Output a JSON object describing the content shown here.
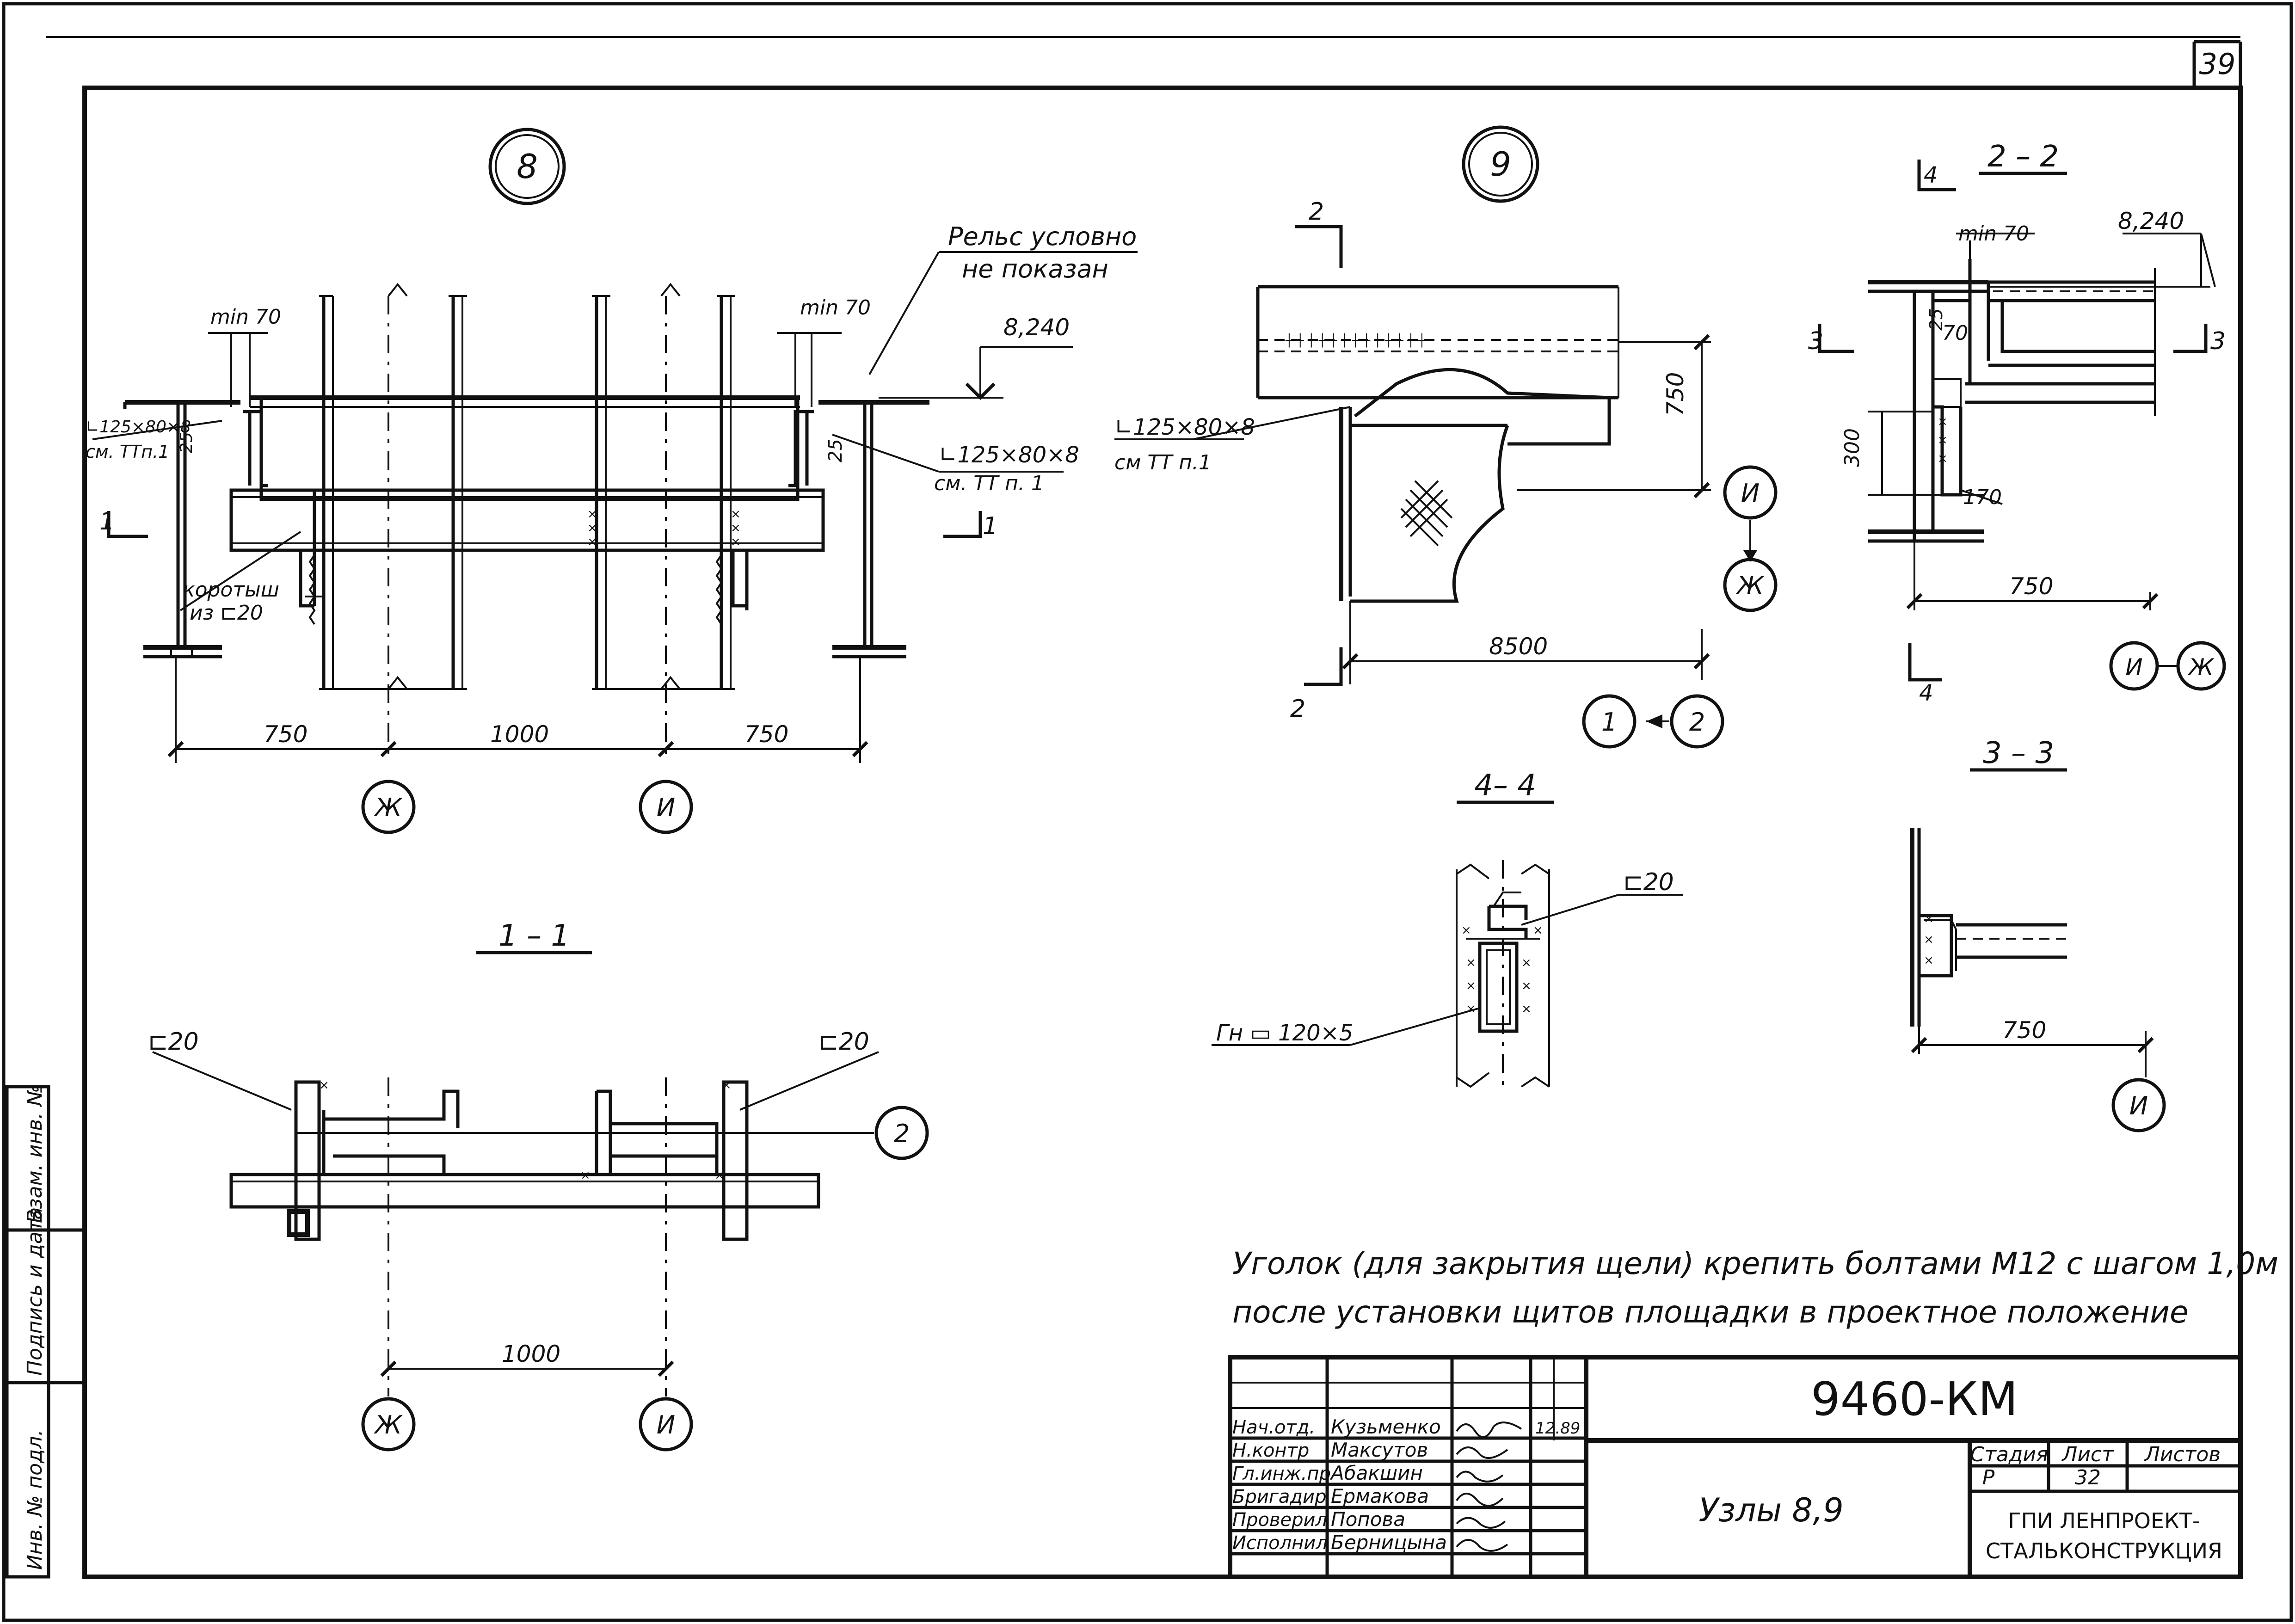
{
  "sheet": {
    "number": "39"
  },
  "nodes": {
    "node8": "8",
    "node9": "9"
  },
  "sections": {
    "s11": "1 – 1",
    "s22": "2 – 2",
    "s33": "3 – 3",
    "s44": "4– 4"
  },
  "cut_marks": {
    "c1": "1",
    "c2": "2",
    "c3": "3",
    "c4": "4"
  },
  "axes": {
    "zh": "Ж",
    "i": "И",
    "one": "1",
    "two": "2"
  },
  "labels": {
    "rail_note_1": "Рельс условно",
    "rail_note_2": "не показан",
    "min70": "min 70",
    "elev": "8,240",
    "angle": "∟125×80×8",
    "angle_left": "∟125×80×8",
    "see_tt": "см. ТТ п. 1",
    "see_tt_left": "см. ТТп.1",
    "see_tt_9": "см ТТ п.1",
    "korotysh_1": "коротыш",
    "korotysh_2": "из ⊏20",
    "c20": "⊏20",
    "gn": "Гн ▭ 120×5",
    "d25": "25",
    "d70": "70",
    "d170": "170",
    "d300": "300",
    "d750": "750",
    "d1000": "1000",
    "d8500": "8500"
  },
  "note": {
    "line1": "Уголок (для закрытия щели) крепить болтами М12 с шагом 1,0м",
    "line2": "после установки щитов площадки в проектное положение"
  },
  "title_block": {
    "code": "9460-КМ",
    "title": "Узлы 8,9",
    "stage_h": "Стадия",
    "sheet_h": "Лист",
    "sheets_h": "Листов",
    "stage": "Р",
    "sheet": "32",
    "org_1": "ГПИ ЛЕНПРОЕКТ-",
    "org_2": "СТАЛЬКОНСТРУКЦИЯ",
    "roles": [
      "Нач.отд.",
      "Н.контр",
      "Гл.инж.пр",
      "Бригадир",
      "Проверил",
      "Исполнил"
    ],
    "names": [
      "Кузьменко",
      "Максутов",
      "Абакшин",
      "Ермакова",
      "Попова",
      "Берницына"
    ],
    "date": "12.89"
  },
  "side_stamp": [
    "Инв. № подл.",
    "Подпись и дата",
    "Взам. инв. №"
  ]
}
